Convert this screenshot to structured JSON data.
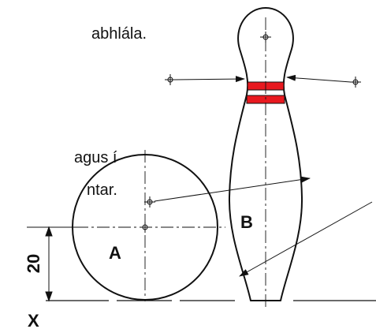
{
  "text_fragments": {
    "top_right": "abhlála.",
    "mid_line_1": "agus í",
    "mid_line_2": "ntar."
  },
  "labels": {
    "ball": "A",
    "pin": "B",
    "dimension": "20",
    "axis": "X"
  },
  "colors": {
    "line": "#111111",
    "pin_stripes": "#e8191f"
  }
}
